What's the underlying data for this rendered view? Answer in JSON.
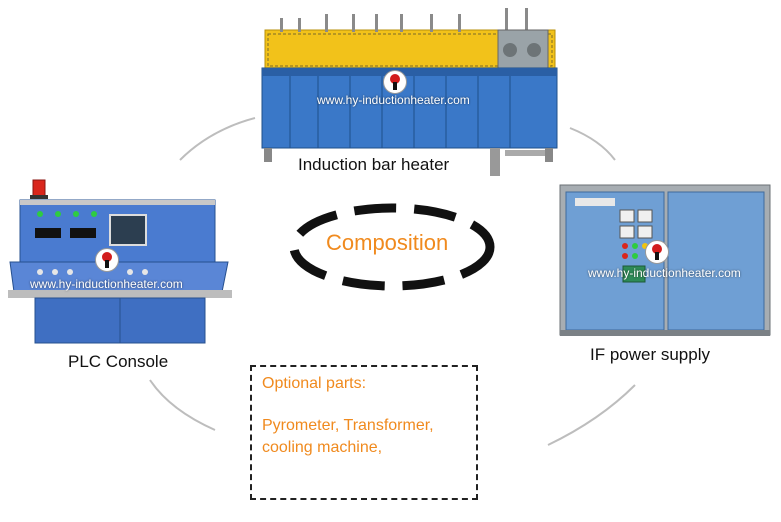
{
  "diagram": {
    "center_label": "Composition",
    "watermark": "www.hy-inductionheater.com",
    "accent_color": "#f08a1e",
    "components": {
      "bar_heater": {
        "caption": "Induction bar heater"
      },
      "plc_console": {
        "caption": "PLC Console"
      },
      "power_supply": {
        "caption": "IF power supply"
      }
    },
    "optional": {
      "title": "Optional parts:",
      "lines": [
        "Pyrometer, Transformer,",
        "cooling machine,"
      ]
    }
  }
}
